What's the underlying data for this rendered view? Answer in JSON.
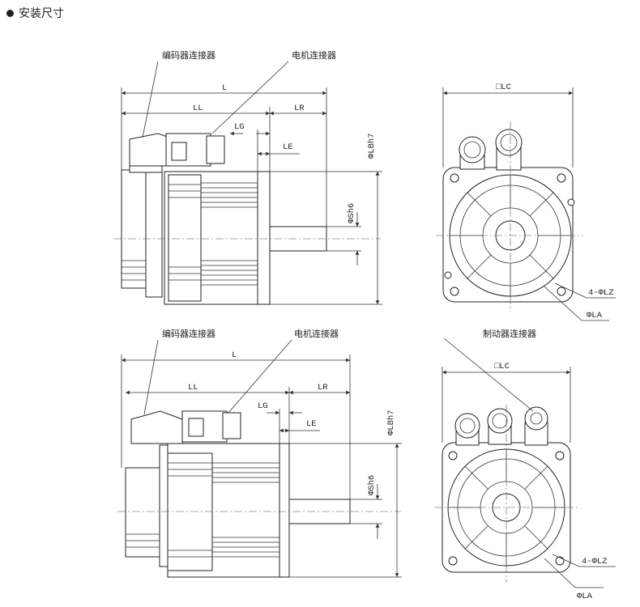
{
  "heading": "安装尺寸",
  "views": [
    {
      "encoder_connector": "编码器连接器",
      "motor_connector": "电机连接器",
      "dims": {
        "L": "L",
        "LL": "LL",
        "LR": "LR",
        "LG": "LG",
        "LE": "LE",
        "LB": "ΦLBh7",
        "S": "ΦSh6"
      }
    },
    {
      "encoder_connector": "编码器连接器",
      "motor_connector": "电机连接器",
      "dims": {
        "L": "L",
        "LL": "LL",
        "LR": "LR",
        "LG": "LG",
        "LE": "LE",
        "LB": "ΦLBh7",
        "S": "ΦSh6"
      }
    }
  ],
  "fronts": [
    {
      "LC": "□LC",
      "LZ": "4-ΦLZ",
      "LA": "ΦLA"
    },
    {
      "brake_connector": "制动器连接器",
      "LC": "□LC",
      "LZ": "4-ΦLZ",
      "LA": "ΦLA"
    }
  ]
}
